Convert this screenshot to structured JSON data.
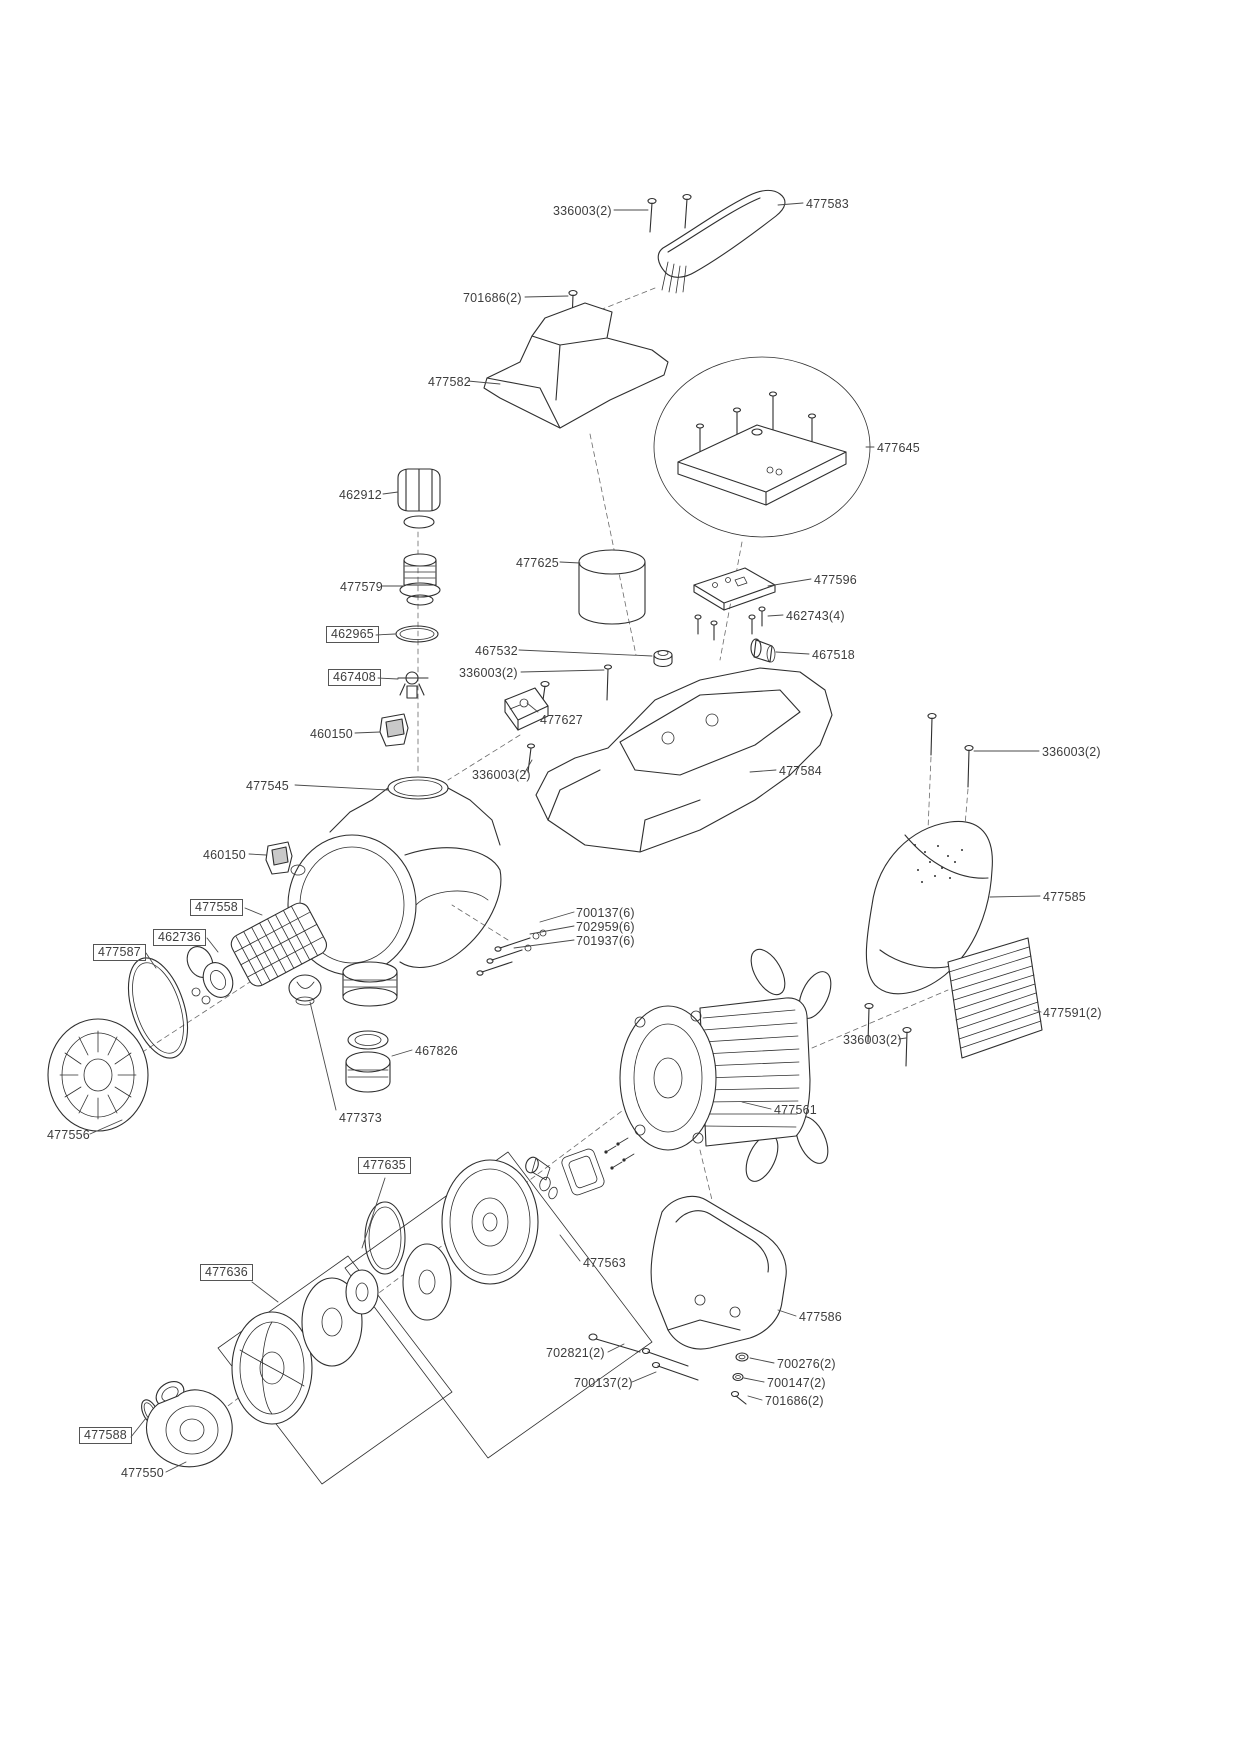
{
  "document": {
    "type": "exploded-parts-diagram",
    "subject": "garden pump spare parts drawing",
    "colors": {
      "background": "#ffffff",
      "line": "#2f2f2f",
      "label": "#3d3d3d"
    }
  },
  "diagram": {
    "labels": [
      {
        "text": "336003(2)",
        "part_number": "336003",
        "qty": 2,
        "boxed": false
      },
      {
        "text": "477583",
        "part_number": "477583",
        "qty": 1,
        "boxed": false
      },
      {
        "text": "701686(2)",
        "part_number": "701686",
        "qty": 2,
        "boxed": false
      },
      {
        "text": "477582",
        "part_number": "477582",
        "qty": 1,
        "boxed": false
      },
      {
        "text": "477645",
        "part_number": "477645",
        "qty": 1,
        "boxed": false
      },
      {
        "text": "462912",
        "part_number": "462912",
        "qty": 1,
        "boxed": false
      },
      {
        "text": "477625",
        "part_number": "477625",
        "qty": 1,
        "boxed": false
      },
      {
        "text": "477596",
        "part_number": "477596",
        "qty": 1,
        "boxed": false
      },
      {
        "text": "462743(4)",
        "part_number": "462743",
        "qty": 4,
        "boxed": false
      },
      {
        "text": "477579",
        "part_number": "477579",
        "qty": 1,
        "boxed": false
      },
      {
        "text": "462965",
        "part_number": "462965",
        "qty": 1,
        "boxed": true
      },
      {
        "text": "467532",
        "part_number": "467532",
        "qty": 1,
        "boxed": false
      },
      {
        "text": "336003(2)",
        "part_number": "336003",
        "qty": 2,
        "boxed": false
      },
      {
        "text": "467518",
        "part_number": "467518",
        "qty": 1,
        "boxed": false
      },
      {
        "text": "467408",
        "part_number": "467408",
        "qty": 1,
        "boxed": true
      },
      {
        "text": "477627",
        "part_number": "477627",
        "qty": 1,
        "boxed": false
      },
      {
        "text": "460150",
        "part_number": "460150",
        "qty": 1,
        "boxed": false
      },
      {
        "text": "336003(2)",
        "part_number": "336003",
        "qty": 2,
        "boxed": false
      },
      {
        "text": "477584",
        "part_number": "477584",
        "qty": 1,
        "boxed": false
      },
      {
        "text": "336003(2)",
        "part_number": "336003",
        "qty": 2,
        "boxed": false
      },
      {
        "text": "477545",
        "part_number": "477545",
        "qty": 1,
        "boxed": false
      },
      {
        "text": "460150",
        "part_number": "460150",
        "qty": 1,
        "boxed": false
      },
      {
        "text": "477558",
        "part_number": "477558",
        "qty": 1,
        "boxed": true
      },
      {
        "text": "462736",
        "part_number": "462736",
        "qty": 1,
        "boxed": true
      },
      {
        "text": "477587",
        "part_number": "477587",
        "qty": 1,
        "boxed": true
      },
      {
        "text": "700137(6)",
        "part_number": "700137",
        "qty": 6,
        "boxed": false
      },
      {
        "text": "702959(6)",
        "part_number": "702959",
        "qty": 6,
        "boxed": false
      },
      {
        "text": "701937(6)",
        "part_number": "701937",
        "qty": 6,
        "boxed": false
      },
      {
        "text": "477585",
        "part_number": "477585",
        "qty": 1,
        "boxed": false
      },
      {
        "text": "467826",
        "part_number": "467826",
        "qty": 1,
        "boxed": false
      },
      {
        "text": "336003(2)",
        "part_number": "336003",
        "qty": 2,
        "boxed": false
      },
      {
        "text": "477591(2)",
        "part_number": "477591",
        "qty": 2,
        "boxed": false
      },
      {
        "text": "477373",
        "part_number": "477373",
        "qty": 1,
        "boxed": false
      },
      {
        "text": "477556",
        "part_number": "477556",
        "qty": 1,
        "boxed": false
      },
      {
        "text": "477561",
        "part_number": "477561",
        "qty": 1,
        "boxed": false
      },
      {
        "text": "477635",
        "part_number": "477635",
        "qty": 1,
        "boxed": true
      },
      {
        "text": "477563",
        "part_number": "477563",
        "qty": 1,
        "boxed": false
      },
      {
        "text": "477636",
        "part_number": "477636",
        "qty": 1,
        "boxed": true
      },
      {
        "text": "477586",
        "part_number": "477586",
        "qty": 1,
        "boxed": false
      },
      {
        "text": "702821(2)",
        "part_number": "702821",
        "qty": 2,
        "boxed": false
      },
      {
        "text": "700276(2)",
        "part_number": "700276",
        "qty": 2,
        "boxed": false
      },
      {
        "text": "700137(2)",
        "part_number": "700137",
        "qty": 2,
        "boxed": false
      },
      {
        "text": "700147(2)",
        "part_number": "700147",
        "qty": 2,
        "boxed": false
      },
      {
        "text": "701686(2)",
        "part_number": "701686",
        "qty": 2,
        "boxed": false
      },
      {
        "text": "477588",
        "part_number": "477588",
        "qty": 1,
        "boxed": true
      },
      {
        "text": "477550",
        "part_number": "477550",
        "qty": 1,
        "boxed": false
      }
    ]
  }
}
